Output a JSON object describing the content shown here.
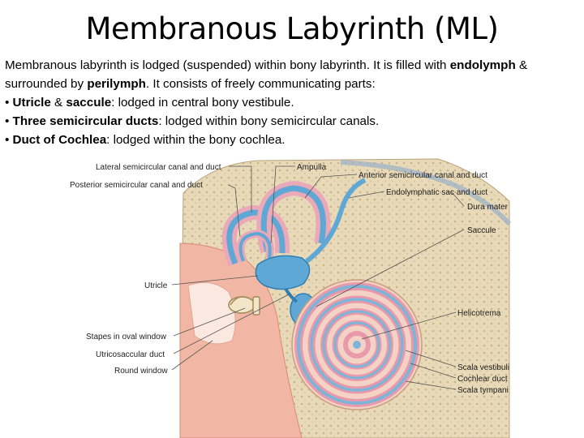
{
  "slide": {
    "title": "Membranous Labyrinth (ML)",
    "intro_part1": "Membranous labyrinth is lodged (suspended) within bony labyrinth. It is filled with ",
    "intro_bold1": "endolymph",
    "intro_part2": " & surrounded by ",
    "intro_bold2": "perilymph",
    "intro_part3": ". It consists of freely communicating parts:",
    "bullets": [
      {
        "marker": "• ",
        "bold": "Utricle",
        "mid": " & ",
        "bold2": "saccule",
        "rest": ": lodged in central bony vestibule."
      },
      {
        "marker": "• ",
        "bold": "Three semicircular ducts",
        "rest": ":  lodged within bony semicircular canals."
      },
      {
        "marker": "• ",
        "bold": "Duct of Cochlea",
        "rest": ": lodged within the bony cochlea."
      }
    ]
  },
  "figure": {
    "labels": {
      "lateral_canal": "Lateral semicircular canal and duct",
      "posterior_canal": "Posterior semicircular canal and duct",
      "ampulla": "Ampulla",
      "anterior_canal": "Anterior semicircular canal and duct",
      "endolymphatic": "Endolymphatic sac and duct",
      "dura": "Dura mater",
      "saccule": "Saccule",
      "utricle": "Utricle",
      "helicotrema": "Helicotrema",
      "stapes": "Stapes in oval window",
      "utriculosaccular": "Utricosaccular duct",
      "round_window": "Round window",
      "scala_vestibuli": "Scala vestibuli",
      "cochlear_duct": "Cochlear duct",
      "scala_tympani": "Scala tympani"
    }
  }
}
